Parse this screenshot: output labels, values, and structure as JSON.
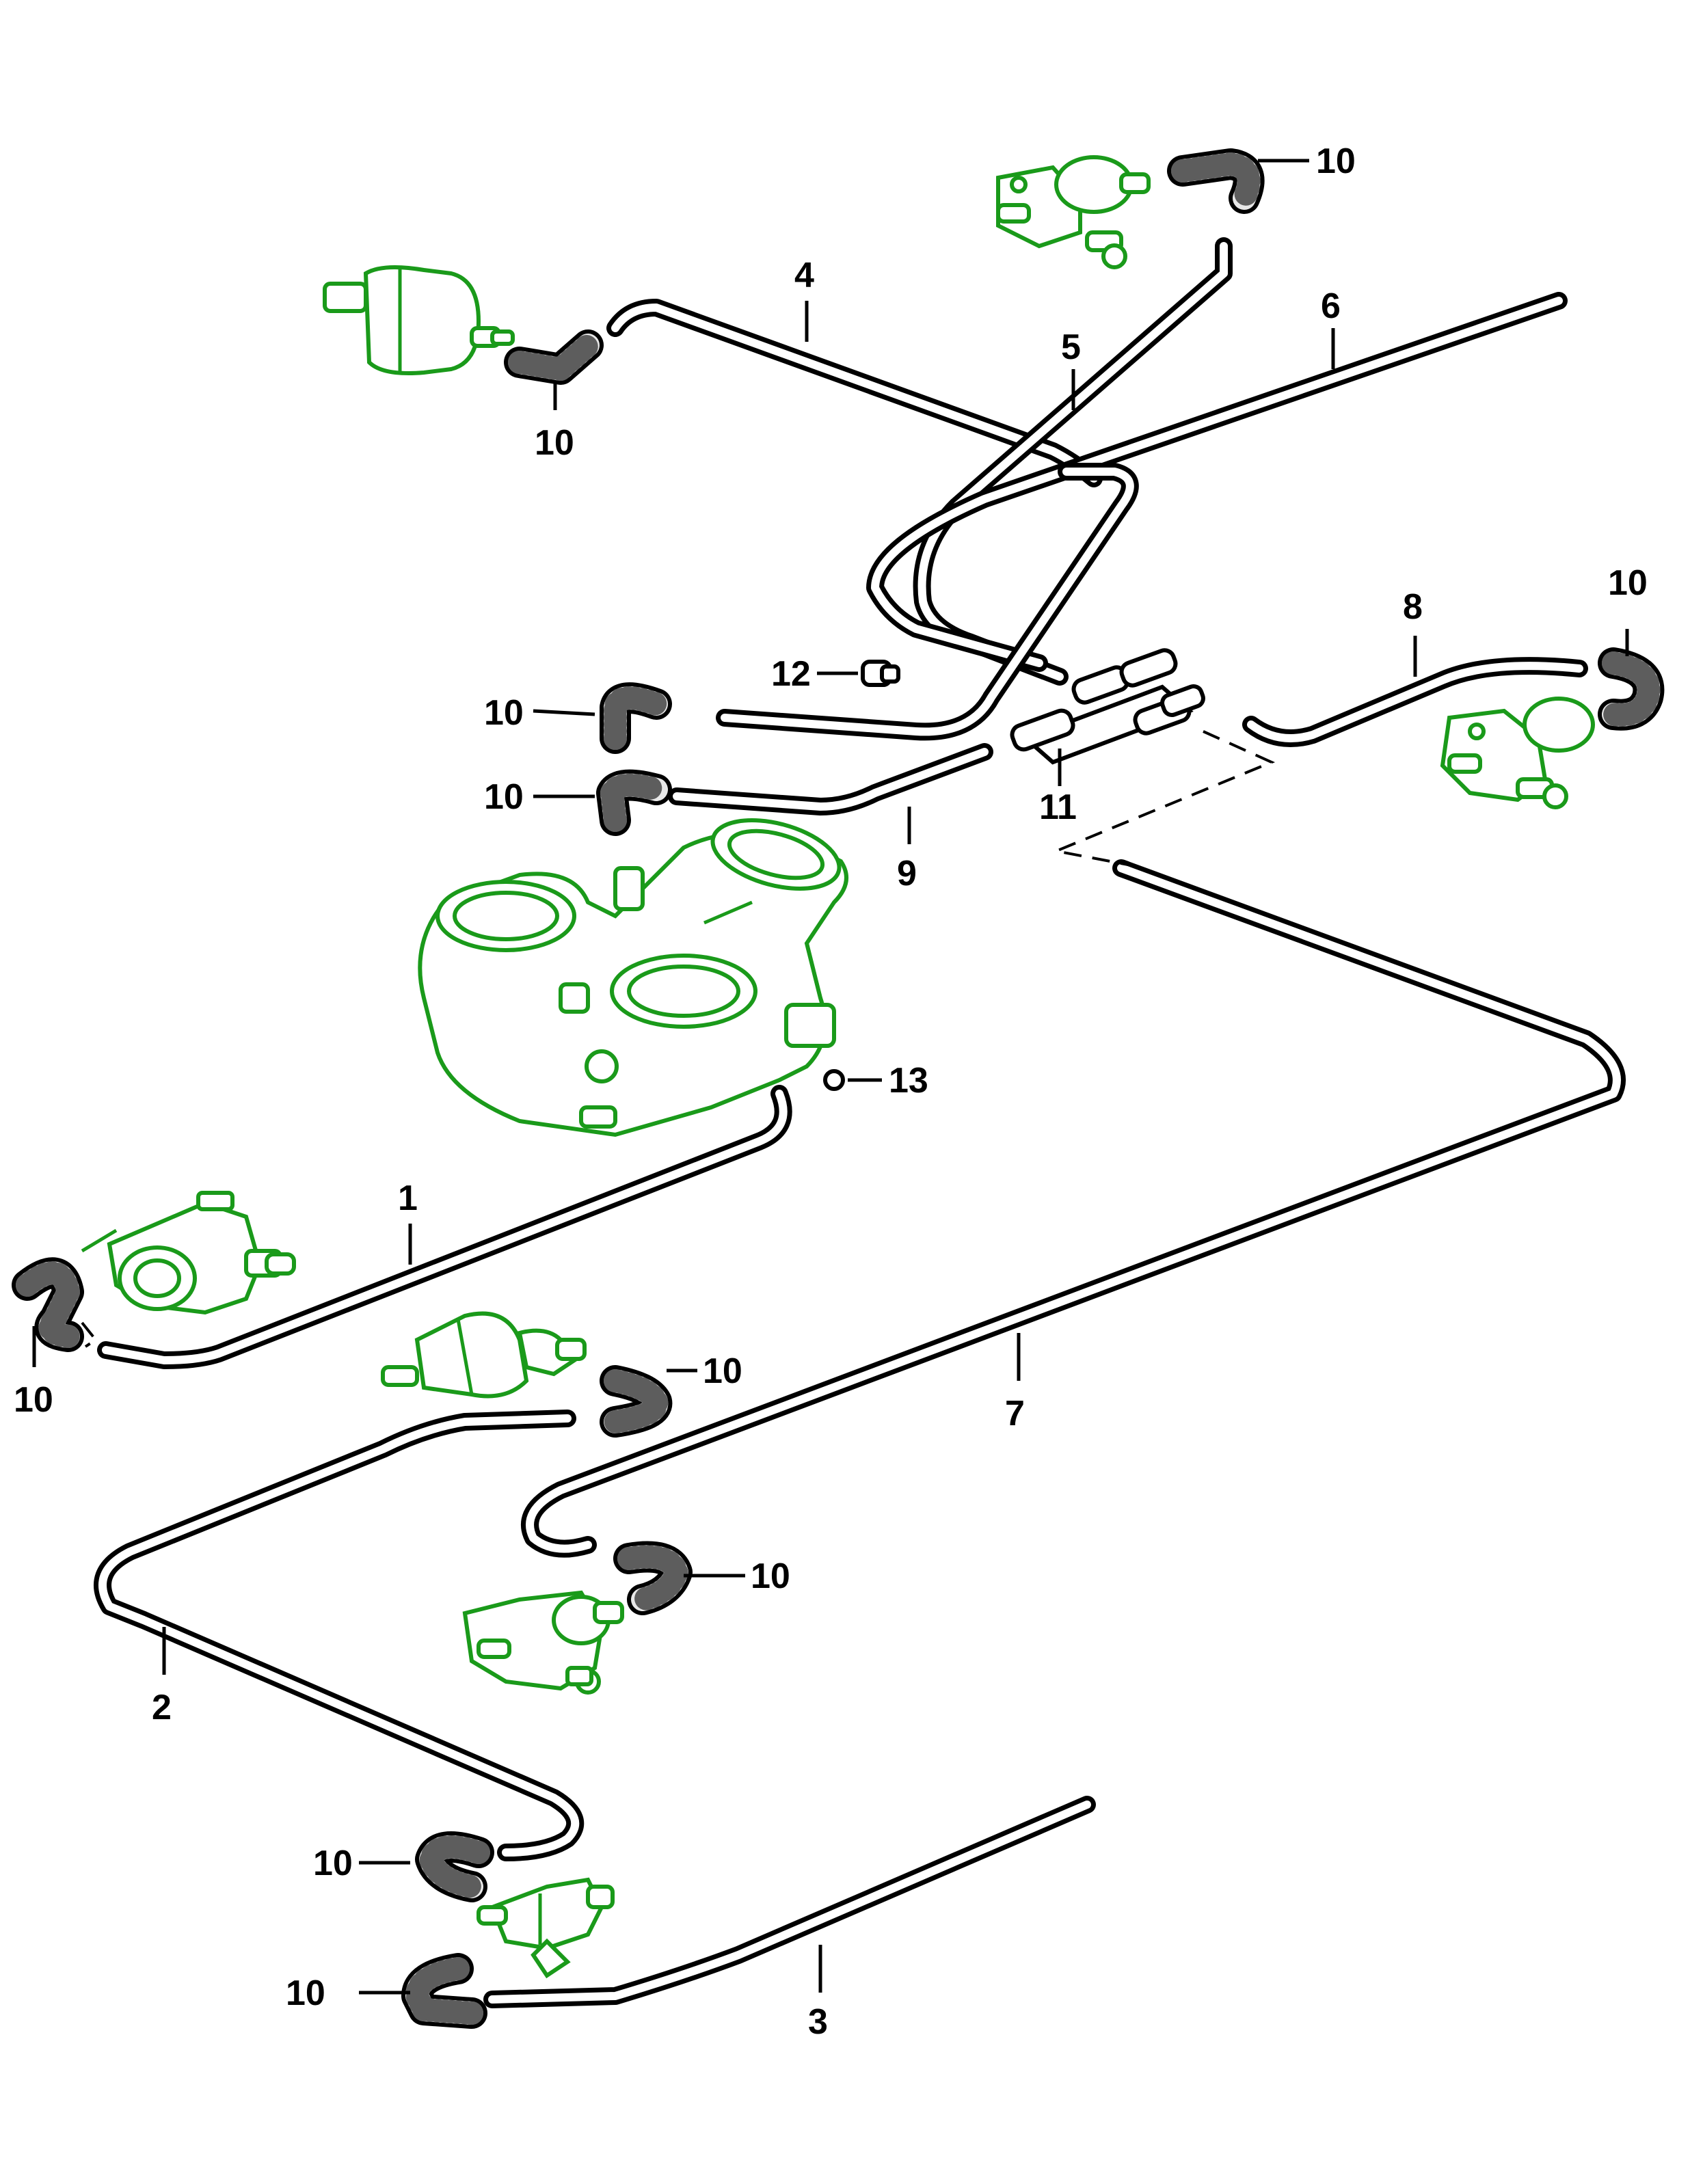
{
  "colors": {
    "line": "#000000",
    "component": "#1a9a1a",
    "background": "#ffffff"
  },
  "callouts": {
    "c1": "1",
    "c2": "2",
    "c3": "3",
    "c4": "4",
    "c5": "5",
    "c6": "6",
    "c7": "7",
    "c8": "8",
    "c9": "9",
    "c11": "11",
    "c12": "12",
    "c13": "13",
    "e_top_right": "10",
    "e_top_left": "10",
    "e_right": "10",
    "e_mid_upper": "10",
    "e_mid_lower": "10",
    "e_left": "10",
    "e_center": "10",
    "e_lower_center": "10",
    "e_bottom_upper": "10",
    "e_bottom_lower": "10"
  }
}
